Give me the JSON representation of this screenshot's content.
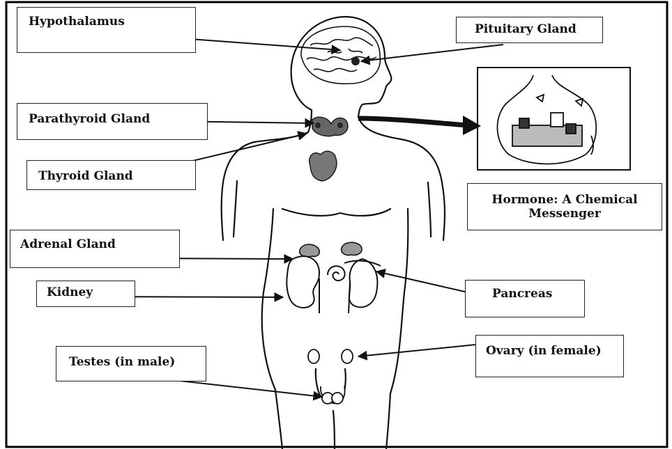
{
  "labels": {
    "hypothalamus": "Hypothalamus",
    "pituitary": "Pituitary Gland",
    "parathyroid": "Parathyroid Gland",
    "thyroid": "Thyroid Gland",
    "hormone": "Hormone: A Chemical Messenger",
    "adrenal": "Adrenal Gland",
    "kidney": "Kidney",
    "pancreas": "Pancreas",
    "testes": "Testes (in male)",
    "ovary": "Ovary (in female)"
  }
}
